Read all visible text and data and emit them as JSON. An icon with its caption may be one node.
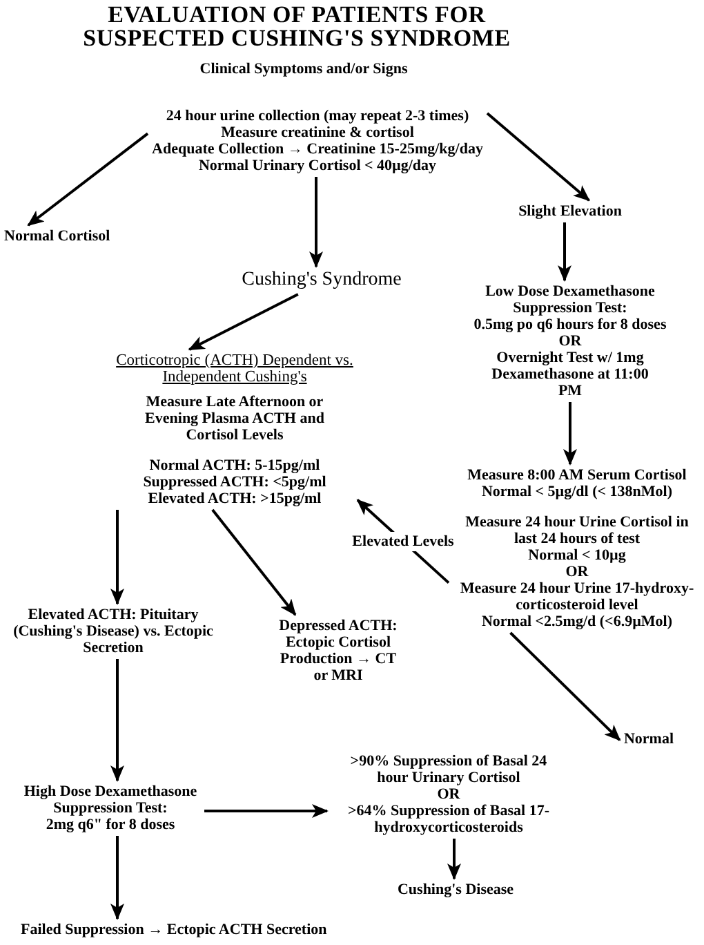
{
  "diagram": {
    "title": "EVALUATION OF PATIENTS FOR SUSPECTED CUSHING'S SYNDROME",
    "nodes": [
      {
        "text": [
          "24 hour urine collection (may repeat 2-3 times)",
          "Measure creatinine & cortisol",
          "Adequate Collection → Creatinine 15-25mg/kg/day",
          "Normal Urinary Cortisol < 40µg/day"
        ]
      },
      {
        "text": [
          "Normal Cortisol"
        ]
      },
      {
        "text": [
          "Slight Elevation"
        ]
      },
      {
        "text": [
          "Cushing's Syndrome"
        ]
      },
      {
        "text": [
          "Low Dose Dexamethasone Suppression Test:",
          "0.5mg po q6 hours for 8 doses",
          "OR",
          "Overnight Test w/ 1mg Dexamethasone at 11:00 PM"
        ]
      },
      {
        "text": [
          "Corticotropic (ACTH) Dependent vs. Independent Cushing's",
          "Measure Late Afternoon or Evening Plasma ACTH and Cortisol Levels",
          "Normal ACTH: 5-15pg/ml",
          "Suppressed ACTH: <5pg/ml",
          "Elevated ACTH: >15pg/ml"
        ]
      },
      {
        "text": [
          "Measure 8:00 AM Serum Cortisol",
          "Normal < 5µg/dl (< 138nMol)",
          "Measure 24 hour Urine Cortisol in last 24 hours of test",
          "Normal < 10µg",
          "OR",
          "Measure 24 hour Urine 17-hydroxy-corticosteroid level",
          "Normal <2.5mg/d (<6.9µMol)"
        ]
      },
      {
        "text": [
          "Elevated ACTH: Pituitary (Cushing's Disease) vs. Ectopic Secretion"
        ]
      },
      {
        "text": [
          "Depressed ACTH: Ectopic Cortisol Production → CT or MRI"
        ]
      },
      {
        "text": [
          "Normal"
        ]
      },
      {
        "text": [
          "High Dose Dexamethasone Suppression Test:",
          "2mg q6\" for 8 doses"
        ]
      },
      {
        "text": [
          ">90% Suppression of Basal 24 hour Urinary Cortisol",
          "OR",
          ">64% Suppression of Basal 17-hydroxycorticosteroids"
        ]
      },
      {
        "text": [
          "Cushing's Disease"
        ]
      },
      {
        "text": [
          "Failed Suppression → Ectopic ACTH Secretion"
        ]
      }
    ],
    "edges": [
      {
        "from": 0,
        "to": 1,
        "arrow": "to"
      },
      {
        "from": 0,
        "to": 3,
        "arrow": "to"
      },
      {
        "from": 0,
        "to": 2,
        "arrow": "to"
      },
      {
        "from": 2,
        "to": 4,
        "arrow": "to"
      },
      {
        "from": 4,
        "to": 6,
        "arrow": "to"
      },
      {
        "from": 3,
        "to": 5,
        "arrow": "to"
      },
      {
        "from": 6,
        "to": 5,
        "arrow": "to",
        "label": "Elevated Levels"
      },
      {
        "from": 5,
        "to": 7,
        "arrow": "to"
      },
      {
        "from": 5,
        "to": 8,
        "arrow": "to"
      },
      {
        "from": 6,
        "to": 9,
        "arrow": "to"
      },
      {
        "from": 7,
        "to": 10,
        "arrow": "to"
      },
      {
        "from": 10,
        "to": 11,
        "arrow": "to"
      },
      {
        "from": 11,
        "to": 12,
        "arrow": "to"
      },
      {
        "from": 10,
        "to": 13,
        "arrow": "to"
      }
    ],
    "labels": [
      "Clinical Symptoms and/or Signs"
    ]
  }
}
